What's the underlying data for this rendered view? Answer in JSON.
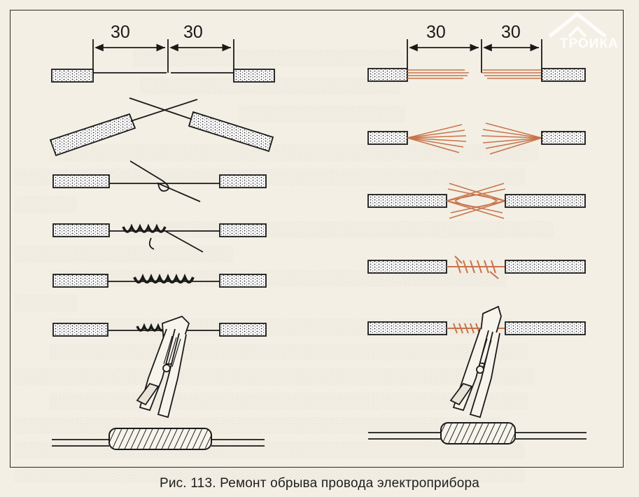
{
  "figure": {
    "caption": "Рис. 113. Ремонт обрыва провода электроприбора",
    "dimension_labels": {
      "left_first": "30",
      "left_second": "30",
      "right_first": "30",
      "right_second": "30"
    },
    "watermark_text": "ТРОИКА",
    "colors": {
      "ink": "#1a1a1a",
      "copper": "#c8734a",
      "paper": "#f3efe4"
    }
  }
}
